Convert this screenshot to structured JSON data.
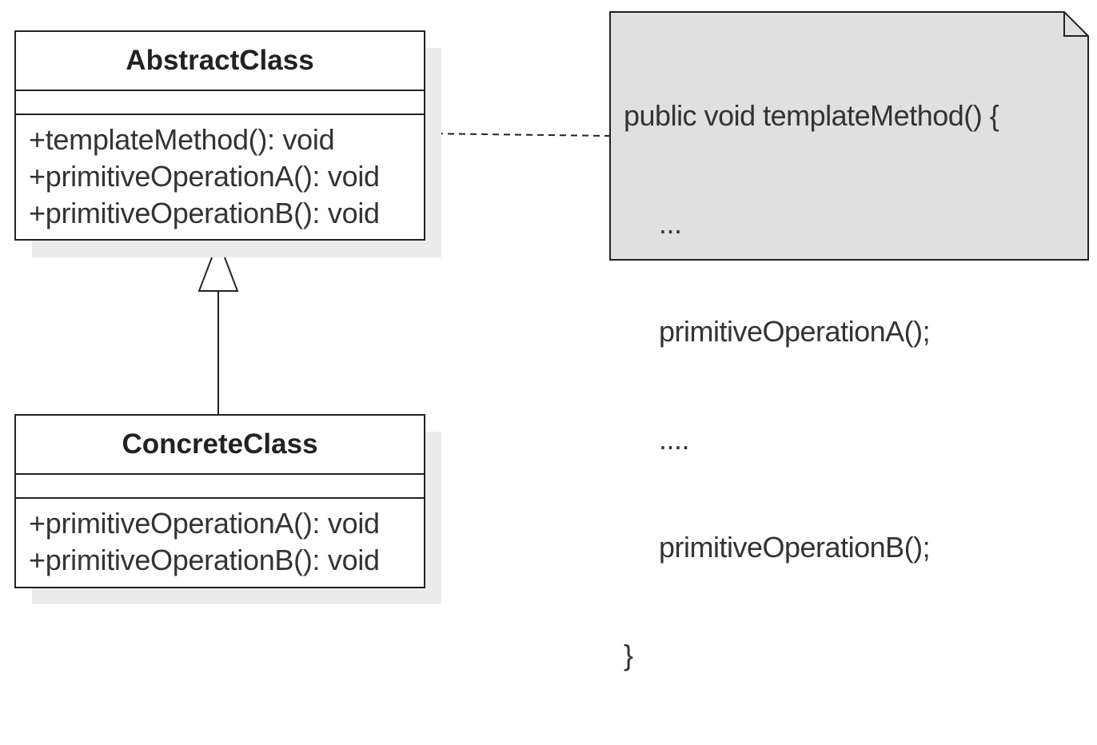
{
  "abstract_class": {
    "name": "AbstractClass",
    "operations": [
      "+templateMethod(): void",
      "+primitiveOperationA(): void",
      "+primitiveOperationB(): void"
    ]
  },
  "concrete_class": {
    "name": "ConcreteClass",
    "operations": [
      "+primitiveOperationA(): void",
      "+primitiveOperationB(): void"
    ]
  },
  "note": {
    "lines": [
      "public void templateMethod() {",
      "...",
      "primitiveOperationA();",
      "....",
      "primitiveOperationB();",
      "}"
    ],
    "fill_color": "#e0e0e0"
  },
  "relationships": [
    {
      "type": "generalization",
      "from": "ConcreteClass",
      "to": "AbstractClass"
    },
    {
      "type": "note-anchor",
      "from": "note",
      "to": "AbstractClass"
    }
  ]
}
